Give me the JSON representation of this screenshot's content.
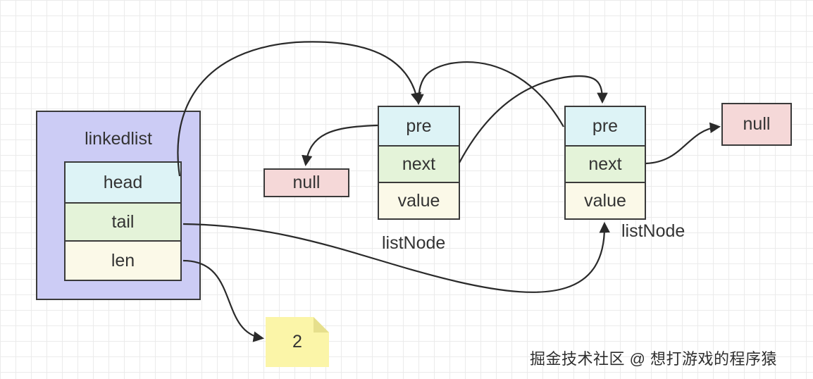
{
  "linkedlist": {
    "title": "linkedlist",
    "fields": {
      "head": "head",
      "tail": "tail",
      "len": "len"
    }
  },
  "nodes": [
    {
      "pre": "pre",
      "next": "next",
      "value": "value",
      "label": "listNode"
    },
    {
      "pre": "pre",
      "next": "next",
      "value": "value",
      "label": "listNode"
    }
  ],
  "nulls": {
    "left": "null",
    "right": "null"
  },
  "len_note": {
    "value": "2"
  },
  "watermark": "掘金技术社区 @ 想打游戏的程序猿",
  "colors": {
    "container": "#ccccf5",
    "pre_field": "#ddf3f6",
    "next_field": "#e4f3d9",
    "value_field": "#fbf9e8",
    "null_box": "#f5d8d8",
    "note": "#fbf5a8",
    "stroke": "#3a3a3a"
  }
}
